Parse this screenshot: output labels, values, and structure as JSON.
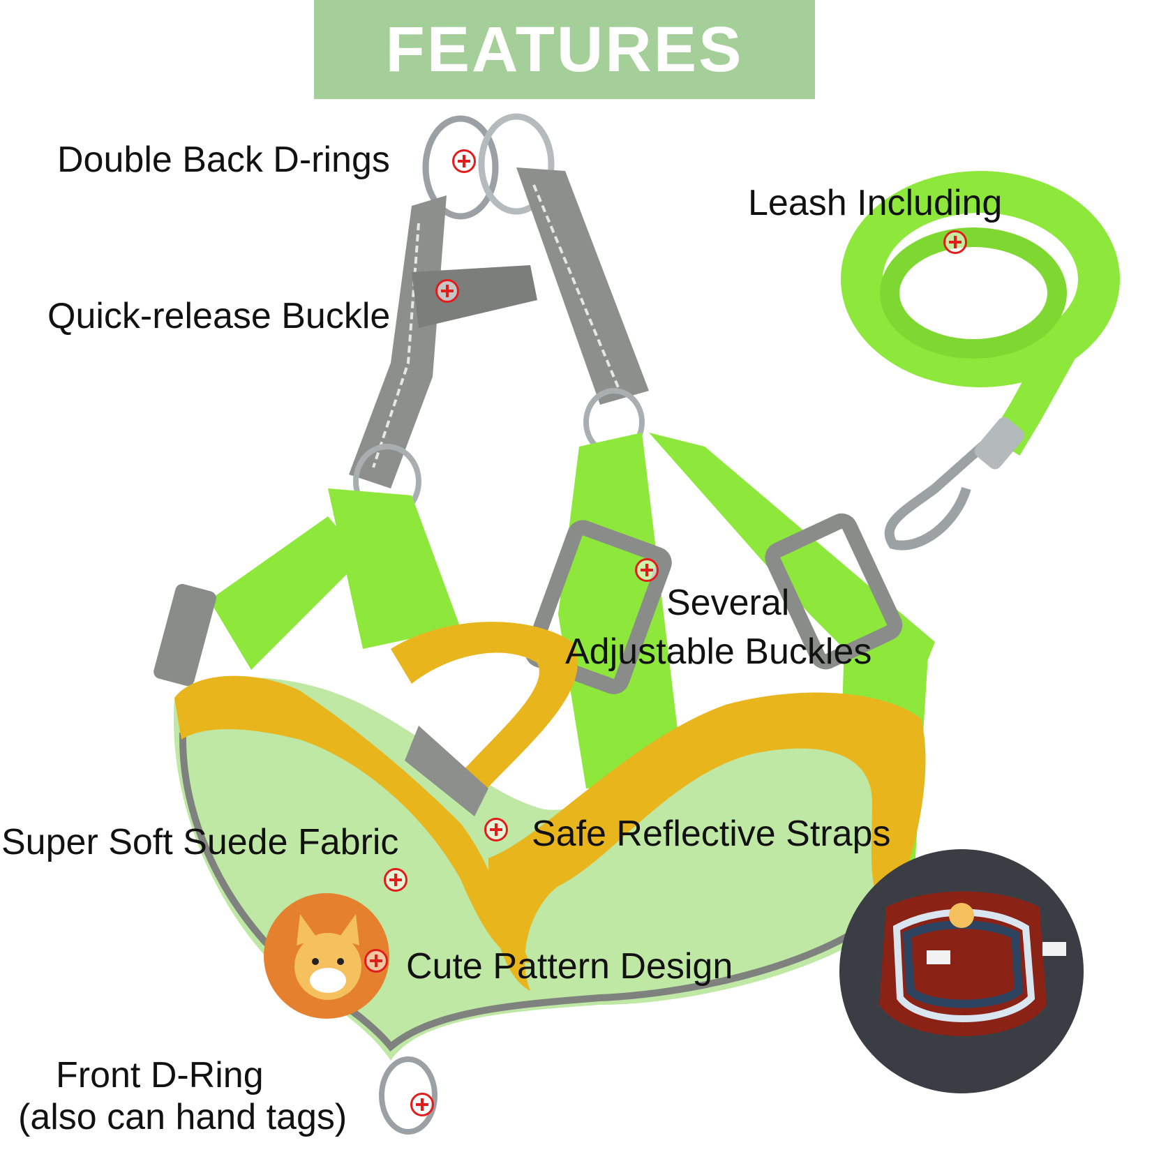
{
  "banner": {
    "title": "FEATURES"
  },
  "features": {
    "double_back_d_rings": "Double Back D-rings",
    "quick_release_buckle": "Quick-release Buckle",
    "leash_including": "Leash Including",
    "adjustable_line1": "Several",
    "adjustable_line2": "Adjustable Buckles",
    "suede_fabric": "Super Soft Suede Fabric",
    "reflective_straps": "Safe Reflective Straps",
    "pattern_design": "Cute Pattern Design",
    "front_ring_line1": "Front D-Ring",
    "front_ring_line2": "(also can hand tags)"
  },
  "colors": {
    "banner": "#a5cf98",
    "strap_green": "#8ee83c",
    "trim_yellow": "#e8b51c",
    "suede_green": "#bfe8a4",
    "reflective_grey": "#8d8f8d",
    "marker_red": "#e21b1b"
  },
  "icons": {
    "marker": "plus-circle-icon"
  }
}
